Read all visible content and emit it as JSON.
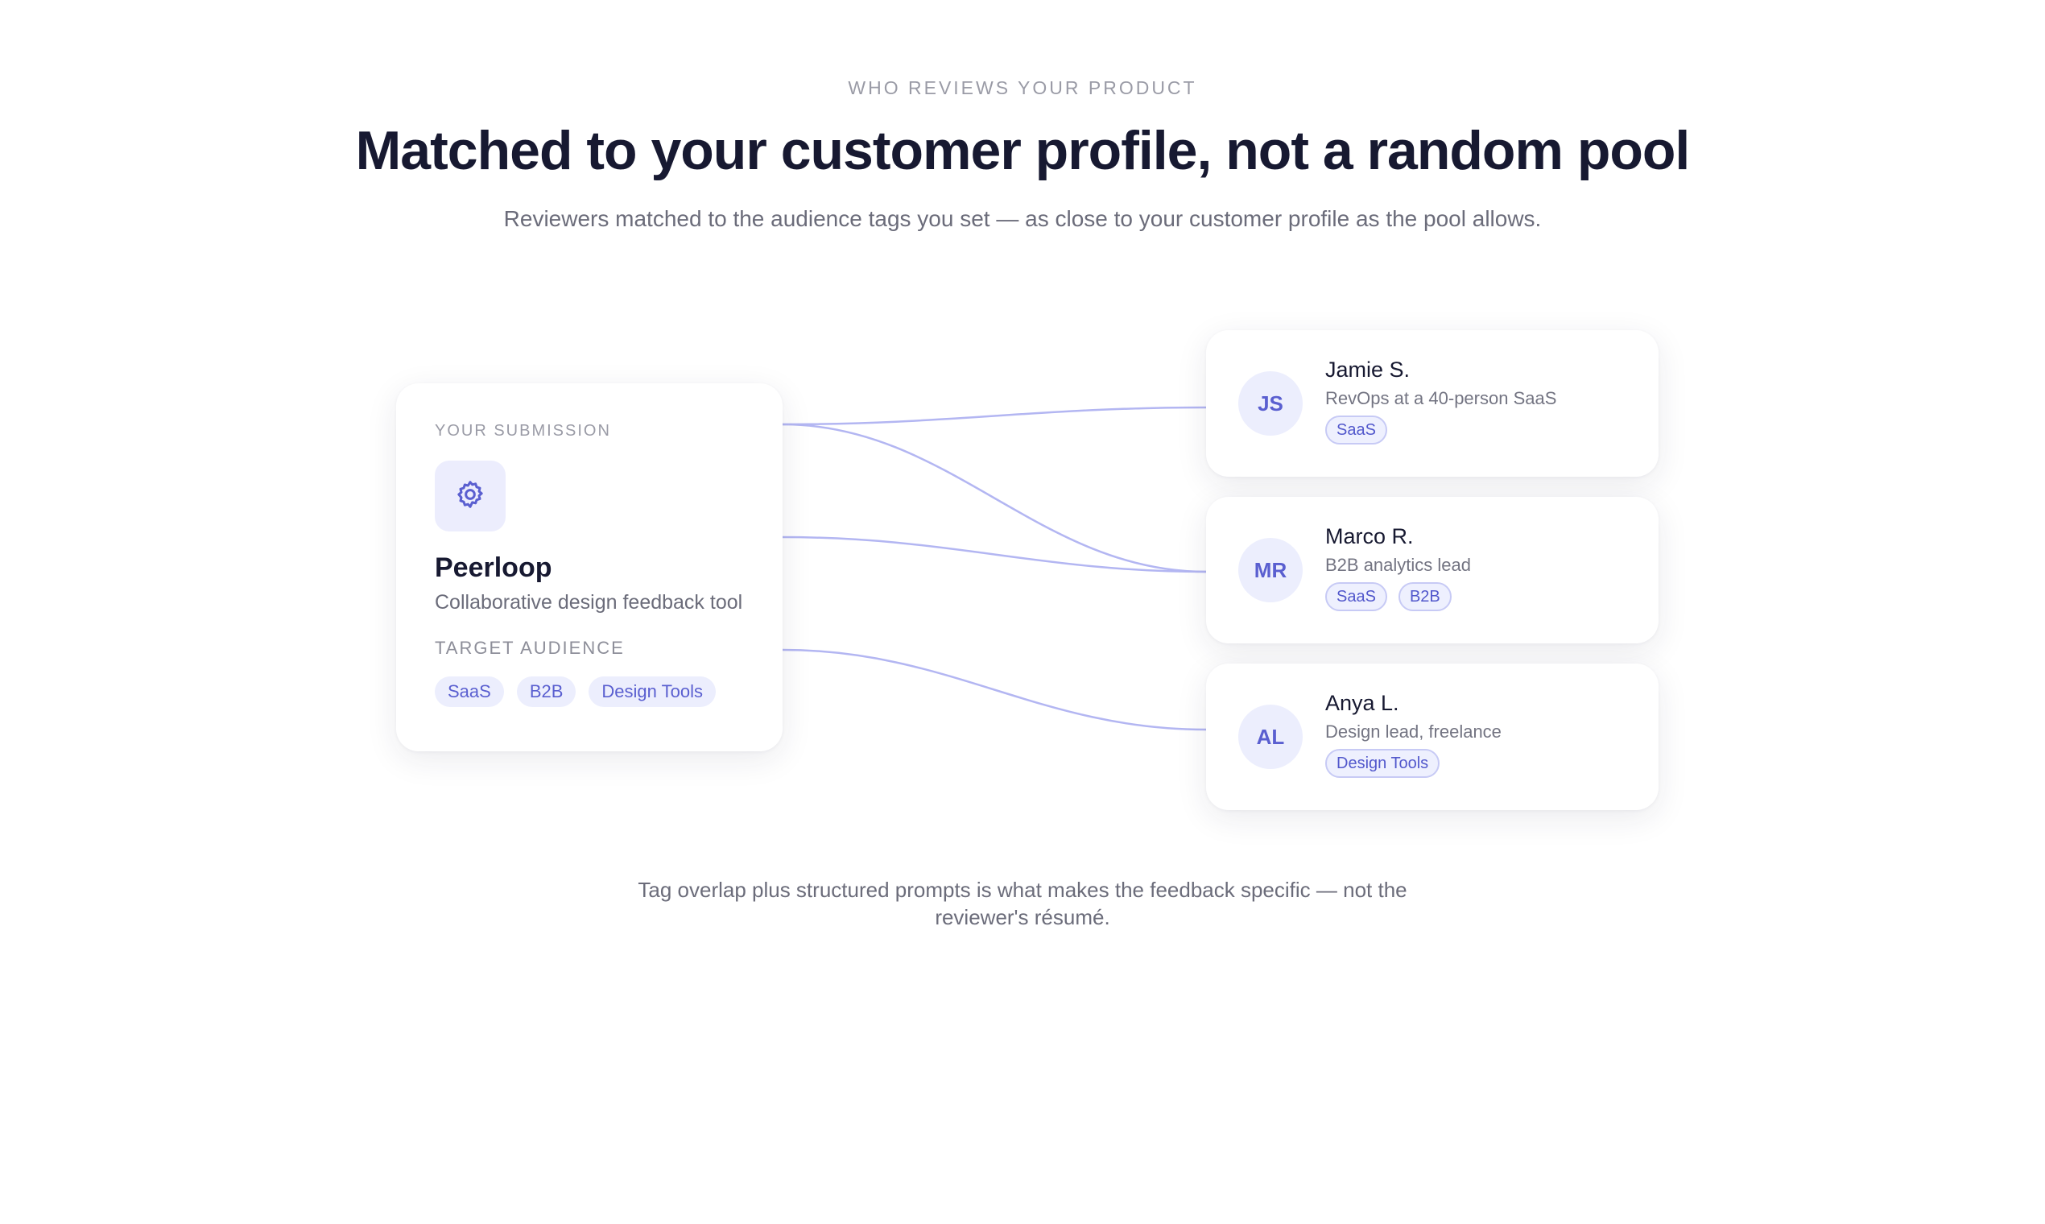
{
  "section": {
    "eyebrow": "WHO REVIEWS YOUR PRODUCT",
    "headline": "Matched to your customer profile, not a random pool",
    "subhead": "Reviewers matched to the audience tags you set — as close to your customer profile as the pool allows."
  },
  "submission": {
    "label": "YOUR SUBMISSION",
    "icon": "gear-icon",
    "product_name": "Peerloop",
    "product_desc": "Collaborative design feedback tool",
    "audience_label": "TARGET AUDIENCE",
    "tags": [
      "SaaS",
      "B2B",
      "Design Tools"
    ]
  },
  "reviewers": [
    {
      "initials": "JS",
      "name": "Jamie S.",
      "role": "RevOps at a 40-person SaaS",
      "tags": [
        "SaaS"
      ]
    },
    {
      "initials": "MR",
      "name": "Marco R.",
      "role": "B2B analytics lead",
      "tags": [
        "SaaS",
        "B2B"
      ]
    },
    {
      "initials": "AL",
      "name": "Anya L.",
      "role": "Design lead, freelance",
      "tags": [
        "Design Tools"
      ]
    }
  ],
  "footer_note": "Tag overlap plus structured prompts is what makes the feedback specific — not the reviewer's résumé.",
  "colors": {
    "accent": "#5a5fd0",
    "accent_soft": "#eceefd",
    "connector": "#aeb1f0",
    "heading": "#171931",
    "muted": "#6b6c7a"
  }
}
